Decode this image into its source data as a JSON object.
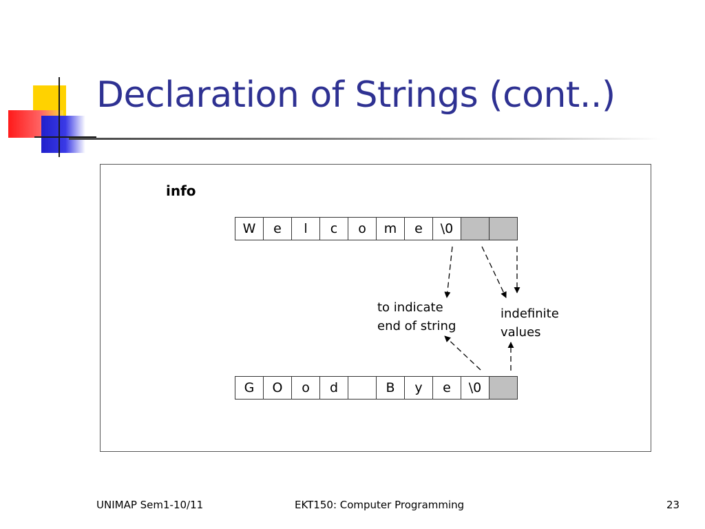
{
  "slide": {
    "title": "Declaration of Strings (cont..)"
  },
  "diagram": {
    "array_name": "info",
    "array1_cells": [
      "W",
      "e",
      "l",
      "c",
      "o",
      "m",
      "e",
      "\\0",
      "",
      ""
    ],
    "array1_gray": [
      false,
      false,
      false,
      false,
      false,
      false,
      false,
      false,
      true,
      true
    ],
    "array2_cells": [
      "G",
      "O",
      "o",
      "d",
      "",
      "B",
      "y",
      "e",
      "\\0",
      ""
    ],
    "array2_gray": [
      false,
      false,
      false,
      false,
      false,
      false,
      false,
      false,
      false,
      true
    ],
    "annotation_end_line1": "to indicate",
    "annotation_end_line2": "end of string",
    "annotation_indef_line1": "indefinite",
    "annotation_indef_line2": "values"
  },
  "footer": {
    "left": "UNIMAP Sem1-10/11",
    "center": "EKT150: Computer Programming",
    "page_number": "23"
  },
  "colors": {
    "title": "#2e3192",
    "gray_cell": "#c0c0c0"
  }
}
